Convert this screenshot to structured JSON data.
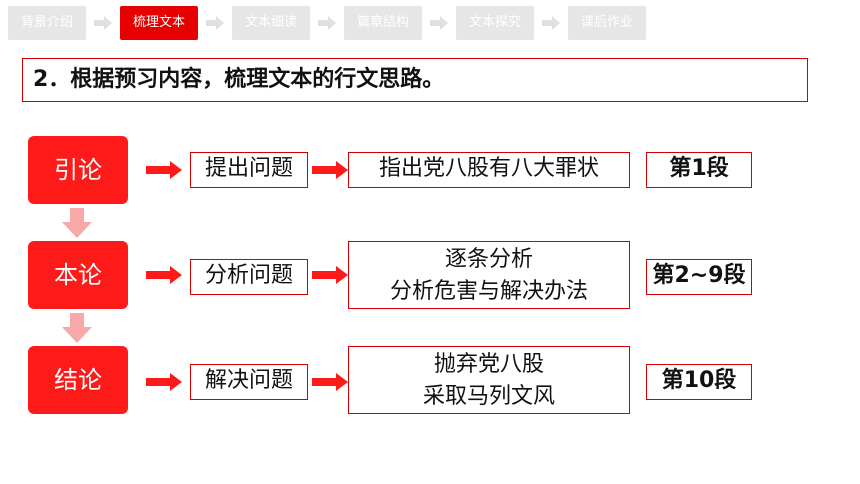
{
  "nav": {
    "tabs": [
      {
        "label": "背景介绍",
        "active": false
      },
      {
        "label": "梳理文本",
        "active": true
      },
      {
        "label": "文本细读",
        "active": false
      },
      {
        "label": "篇章结构",
        "active": false
      },
      {
        "label": "文本探究",
        "active": false
      },
      {
        "label": "课后作业",
        "active": false
      }
    ]
  },
  "heading": "2．根据预习内容，梳理文本的行文思路。",
  "rows": [
    {
      "section": "引论",
      "step": "提出问题",
      "content": [
        "指出党八股有八大罪状"
      ],
      "paragraph": "第1段"
    },
    {
      "section": "本论",
      "step": "分析问题",
      "content": [
        "逐条分析",
        "分析危害与解决办法"
      ],
      "paragraph": "第2~9段"
    },
    {
      "section": "结论",
      "step": "解决问题",
      "content": [
        "抛弃党八股",
        "采取马列文风"
      ],
      "paragraph": "第10段"
    }
  ],
  "colors": {
    "accent": "#ff1a1a",
    "border": "#d40000",
    "nav_inactive": "#e6e6e6",
    "down_arrow": "#f7a8a8"
  }
}
